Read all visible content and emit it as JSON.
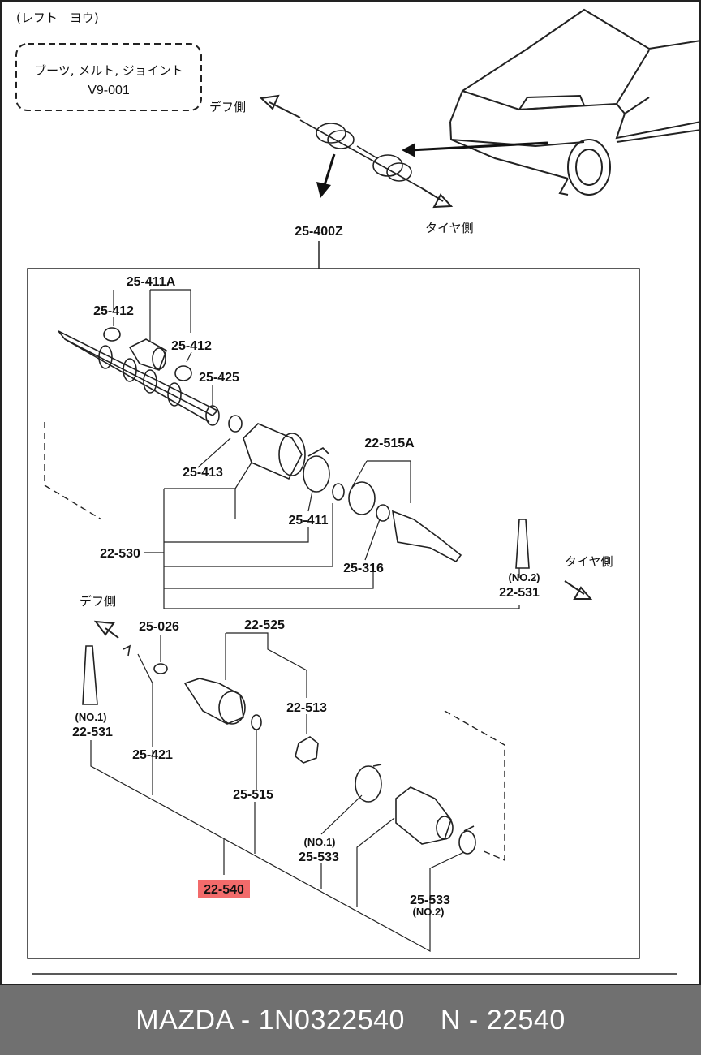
{
  "header": {
    "title": "(レフト　ヨウ)"
  },
  "group_box": {
    "line1": "ブーツ, メルト, ジョイント",
    "line2": "V9-001"
  },
  "directions": {
    "diff_top": "デフ側",
    "tire_top": "タイヤ側",
    "tire_mid": "タイヤ側",
    "diff_mid": "デフ側"
  },
  "assembly_label": "25-400Z",
  "parts": {
    "p25411a": "25-411A",
    "p25412a": "25-412",
    "p25412b": "25-412",
    "p25425": "25-425",
    "p25413": "25-413",
    "p22515a": "22-515A",
    "p25411": "25-411",
    "p22530": "22-530",
    "p25316": "25-316",
    "p22531no2_tag": "(NO.2)",
    "p22531no2": "22-531",
    "p25026": "25-026",
    "p22525": "22-525",
    "p22513": "22-513",
    "p22531no1_tag": "(NO.1)",
    "p22531no1": "22-531",
    "p25421": "25-421",
    "p25515": "25-515",
    "p25533no1_tag": "(NO.1)",
    "p25533no1": "25-533",
    "p22540": "22-540",
    "p25533no2": "25-533",
    "p25533no2_tag": "(NO.2)"
  },
  "highlight": {
    "part": "22-540",
    "color": "#f26b6b"
  },
  "footer": {
    "left": "MAZDA - 1N0322540",
    "right": "N - 22540"
  }
}
